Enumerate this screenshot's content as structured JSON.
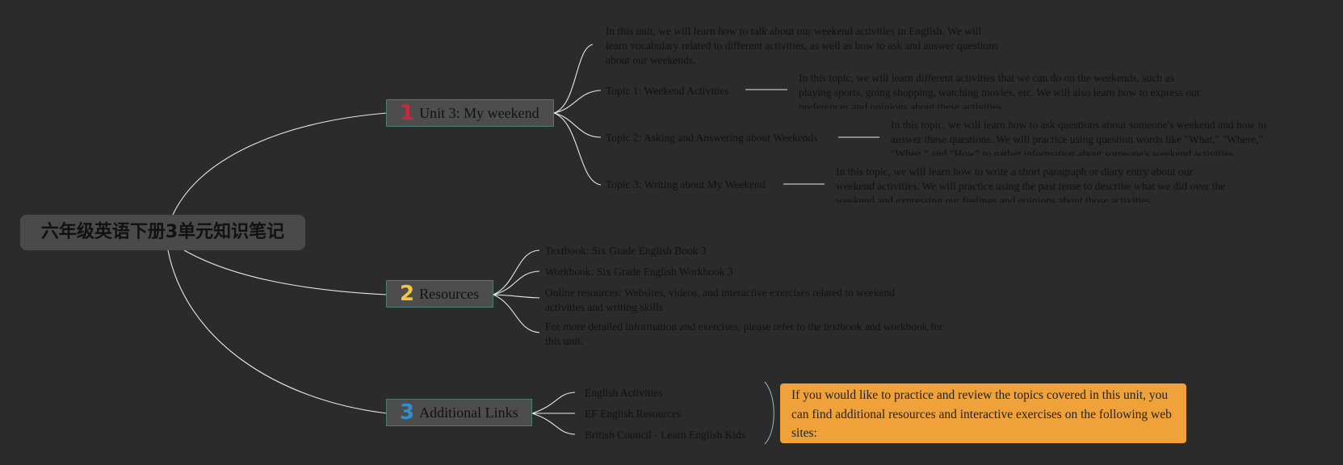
{
  "root": {
    "label": "六年级英语下册3单元知识笔记"
  },
  "branches": [
    {
      "marker": "1",
      "marker_color": "#c8283c",
      "label": "Unit 3: My weekend",
      "children": [
        {
          "label": "In this unit, we will learn how to talk about our weekend activities in English. We will learn vocabulary related to different activities, as well as how to ask and answer questions about our weekends."
        },
        {
          "label": "Topic 1: Weekend Activities",
          "detail": "In this topic, we will learn different activities that we can do on the weekends, such as playing sports, going shopping, watching movies, etc. We will also learn how to express our preferences and opinions about these activities."
        },
        {
          "label": "Topic 2: Asking and Answering about Weekends",
          "detail": "In this topic, we will learn how to ask questions about someone's weekend and how to answer these questions. We will practice using question words like \"What,\" \"Where,\" \"When,\" and \"How\" to gather information about someone's weekend activities."
        },
        {
          "label": "Topic 3: Writing about My Weekend",
          "detail": "In this topic, we will learn how to write a short paragraph or diary entry about our weekend activities. We will practice using the past tense to describe what we did over the weekend and expressing our feelings and opinions about those activities."
        }
      ]
    },
    {
      "marker": "2",
      "marker_color": "#f2c744",
      "label": "Resources",
      "children": [
        {
          "label": "Textbook: Six Grade English Book 3"
        },
        {
          "label": "Workbook: Six Grade English Workbook 3"
        },
        {
          "label": "Online resources: Websites, videos, and interactive exercises related to weekend activities and writing skills"
        },
        {
          "label": "For more detailed information and exercises, please refer to the textbook and workbook for this unit."
        }
      ]
    },
    {
      "marker": "3",
      "marker_color": "#2f8fd0",
      "label": "Additional Links",
      "children": [
        {
          "label": "English Activities"
        },
        {
          "label": "EF English Resources"
        },
        {
          "label": "British Council - Learn English Kids"
        }
      ],
      "callout": "If you would like to practice and review the topics covered in this unit, you can find additional resources and interactive exercises on the following websites:"
    }
  ],
  "colors": {
    "background": "#2b2b2b",
    "connector": "#e8e8e8",
    "callout": "#f0a23a",
    "branch_border": "#4b7b73"
  }
}
